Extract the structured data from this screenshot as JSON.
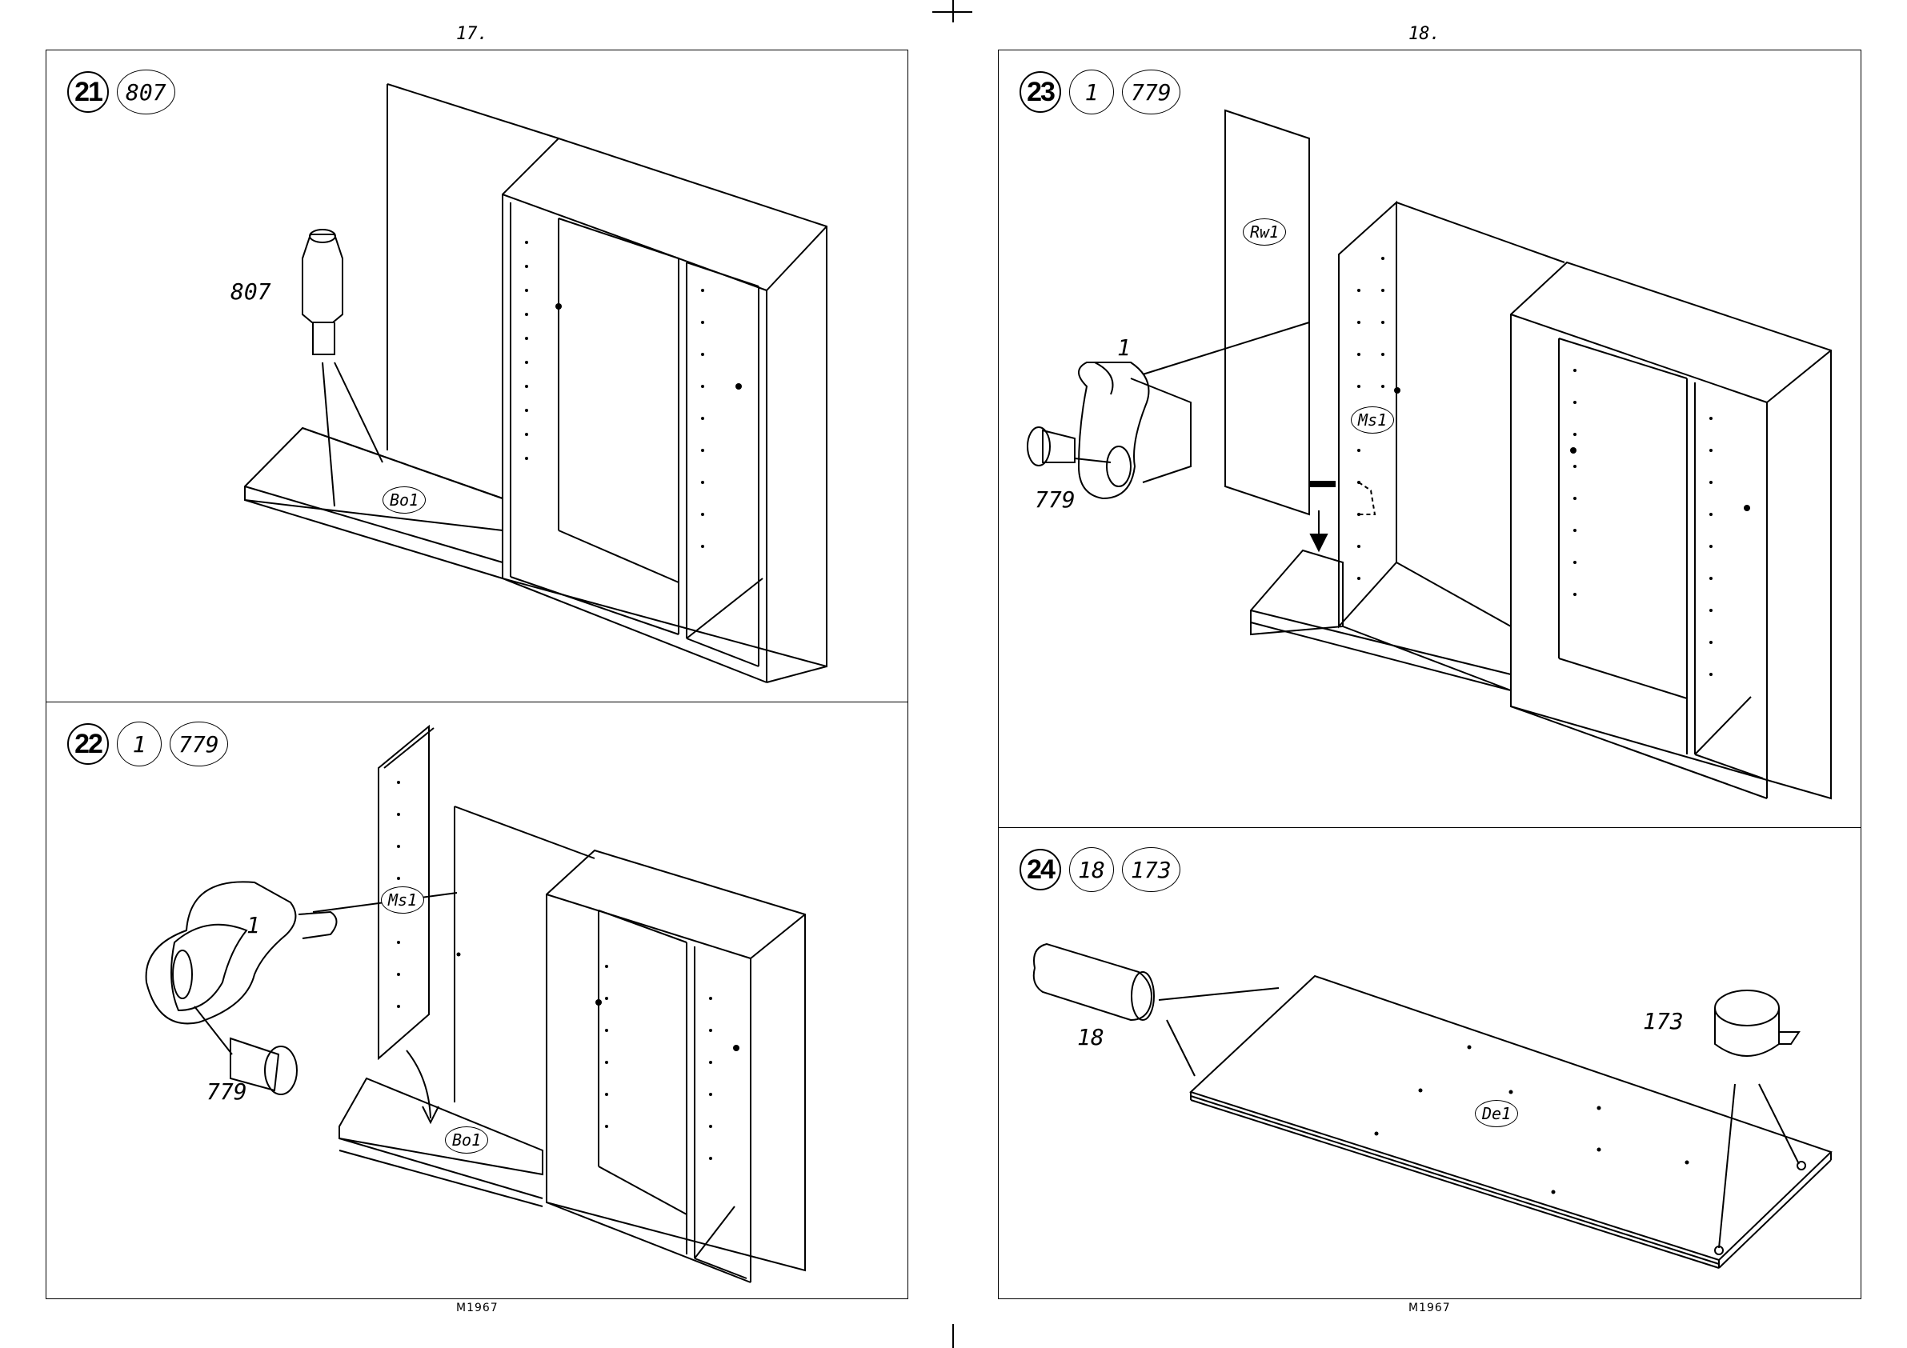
{
  "pages": {
    "left": {
      "number": "17.",
      "code": "M1967"
    },
    "right": {
      "number": "18.",
      "code": "M1967"
    }
  },
  "steps": {
    "s21": {
      "number": "21",
      "quantities": [
        "807"
      ],
      "callouts": {
        "part": "807"
      },
      "tags": {
        "bottom": "Bo1"
      }
    },
    "s22": {
      "number": "22",
      "quantities": [
        "1",
        "779"
      ],
      "callouts": {
        "cam": "1",
        "screw": "779"
      },
      "tags": {
        "divider": "Ms1",
        "bottom": "Bo1"
      }
    },
    "s23": {
      "number": "23",
      "quantities": [
        "1",
        "779"
      ],
      "callouts": {
        "cam": "1",
        "screw": "779"
      },
      "tags": {
        "back": "Rw1",
        "divider": "Ms1"
      }
    },
    "s24": {
      "number": "24",
      "quantities": [
        "18",
        "173"
      ],
      "callouts": {
        "dowel": "18",
        "cam": "173"
      },
      "tags": {
        "top": "De1"
      }
    }
  }
}
